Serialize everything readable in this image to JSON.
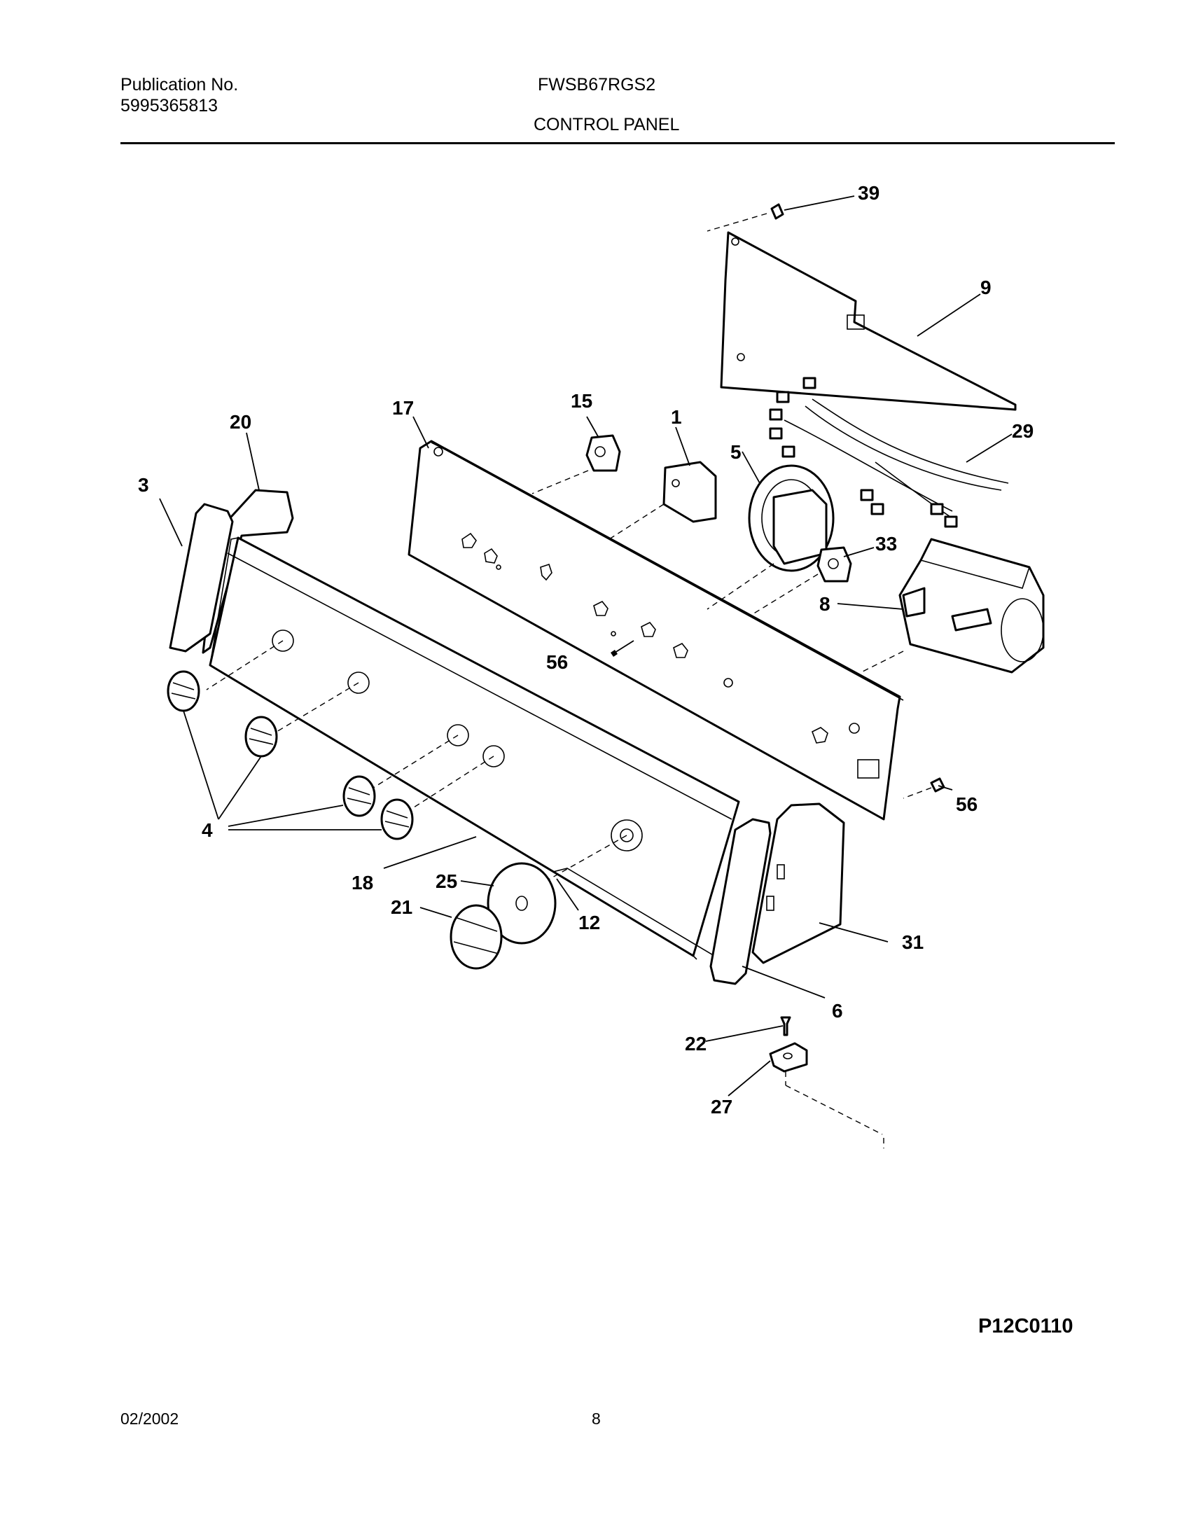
{
  "header": {
    "publication_label": "Publication No.",
    "publication_number": "5995365813",
    "model": "FWSB67RGS2",
    "section_title": "CONTROL PANEL"
  },
  "callouts": [
    {
      "id": "c39",
      "text": "39"
    },
    {
      "id": "c9",
      "text": "9"
    },
    {
      "id": "c29",
      "text": "29"
    },
    {
      "id": "c15",
      "text": "15"
    },
    {
      "id": "c1",
      "text": "1"
    },
    {
      "id": "c17",
      "text": "17"
    },
    {
      "id": "c20",
      "text": "20"
    },
    {
      "id": "c3",
      "text": "3"
    },
    {
      "id": "c5",
      "text": "5"
    },
    {
      "id": "c33",
      "text": "33"
    },
    {
      "id": "c8",
      "text": "8"
    },
    {
      "id": "c56a",
      "text": "56"
    },
    {
      "id": "c56b",
      "text": "56"
    },
    {
      "id": "c4",
      "text": "4"
    },
    {
      "id": "c18",
      "text": "18"
    },
    {
      "id": "c25",
      "text": "25"
    },
    {
      "id": "c21",
      "text": "21"
    },
    {
      "id": "c12",
      "text": "12"
    },
    {
      "id": "c31",
      "text": "31"
    },
    {
      "id": "c6",
      "text": "6"
    },
    {
      "id": "c22",
      "text": "22"
    },
    {
      "id": "c27",
      "text": "27"
    }
  ],
  "figure_code": "P12C0110",
  "footer": {
    "date": "02/2002",
    "page": "8"
  }
}
